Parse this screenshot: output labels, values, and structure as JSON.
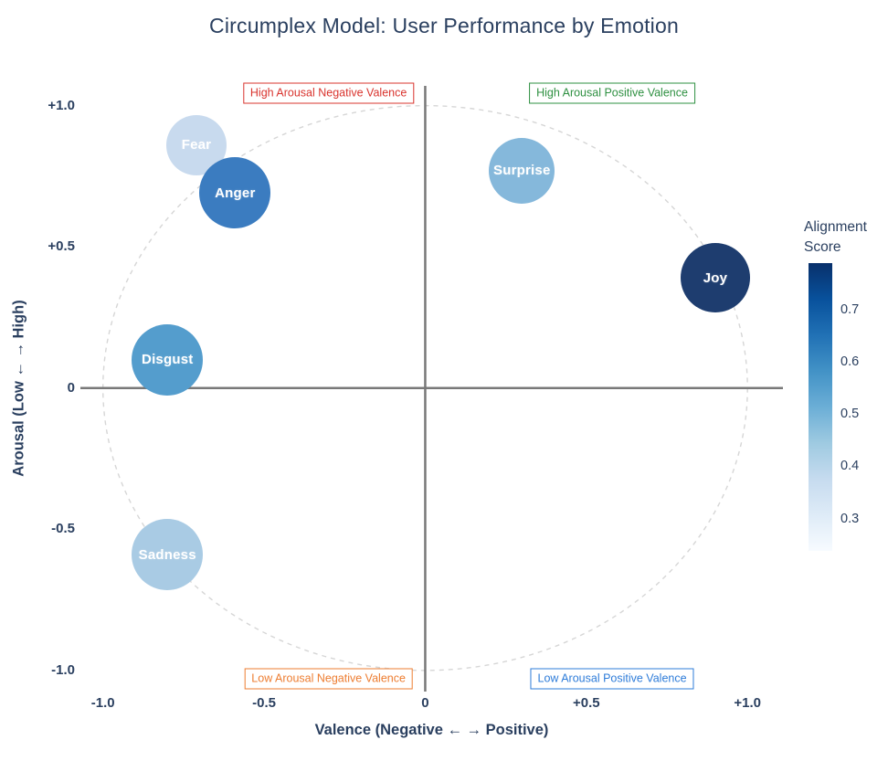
{
  "chart_data": {
    "type": "scatter",
    "title": "Circumplex Model: User Performance by Emotion",
    "xlabel": "Valence (Negative ← → Positive)",
    "ylabel": "Arousal (Low ← → High)",
    "xlim": [
      -1.07,
      1.11
    ],
    "ylim": [
      -1.075,
      1.07
    ],
    "grid": false,
    "legend_position": "right",
    "xtick_values": [
      -1.0,
      -0.5,
      0,
      0.5,
      1.0
    ],
    "xtick_labels": [
      "-1.0",
      "-0.5",
      "0",
      "+0.5",
      "+1.0"
    ],
    "ytick_values": [
      1.0,
      0.5,
      0,
      -0.5,
      -1.0
    ],
    "ytick_labels": [
      "+1.0",
      "+0.5",
      "0",
      "-0.5",
      "-1.0"
    ],
    "unit_circle": {
      "radius": 1.0,
      "line_style": "dashed",
      "color": "#d6d6d6"
    },
    "zero_line_color": "#787878",
    "points": [
      {
        "label": "Fear",
        "x": -0.71,
        "y": 0.86,
        "alignment_score": 0.38,
        "color": "#c8daee",
        "radius_px": 33
      },
      {
        "label": "Anger",
        "x": -0.59,
        "y": 0.69,
        "alignment_score": 0.62,
        "color": "#3b7cc0",
        "radius_px": 39
      },
      {
        "label": "Surprise",
        "x": 0.3,
        "y": 0.77,
        "alignment_score": 0.49,
        "color": "#85b8db",
        "radius_px": 36
      },
      {
        "label": "Joy",
        "x": 0.9,
        "y": 0.39,
        "alignment_score": 0.76,
        "color": "#1e3d6f",
        "radius_px": 38
      },
      {
        "label": "Disgust",
        "x": -0.8,
        "y": 0.1,
        "alignment_score": 0.56,
        "color": "#549dcd",
        "radius_px": 39
      },
      {
        "label": "Sadness",
        "x": -0.8,
        "y": -0.59,
        "alignment_score": 0.43,
        "color": "#a9cbe4",
        "radius_px": 39
      }
    ],
    "quadrant_labels": [
      {
        "text": "High Arousal Negative Valence",
        "x": -0.3,
        "y": 1.045,
        "color": "#d9342e"
      },
      {
        "text": "High Arousal Positive Valence",
        "x": 0.58,
        "y": 1.045,
        "color": "#2e9041"
      },
      {
        "text": "Low Arousal Negative Valence",
        "x": -0.3,
        "y": -1.03,
        "color": "#ed7d31"
      },
      {
        "text": "Low Arousal Positive Valence",
        "x": 0.58,
        "y": -1.03,
        "color": "#2e7cd9"
      }
    ],
    "colorbar": {
      "title_lines": [
        "Alignment",
        "Score"
      ],
      "tick_values": [
        0.7,
        0.6,
        0.5,
        0.4,
        0.3
      ],
      "tick_labels": [
        "0.7",
        "0.6",
        "0.5",
        "0.4",
        "0.3"
      ],
      "range": [
        0.24,
        0.79
      ],
      "colorscale_low_to_high": [
        "#f7fbff",
        "#deebf7",
        "#c6dbef",
        "#9ecae1",
        "#6baed6",
        "#4292c6",
        "#2171b5",
        "#08519c",
        "#08306b"
      ]
    },
    "text_color": "#2a3f5f",
    "background_color": "#ffffff"
  }
}
